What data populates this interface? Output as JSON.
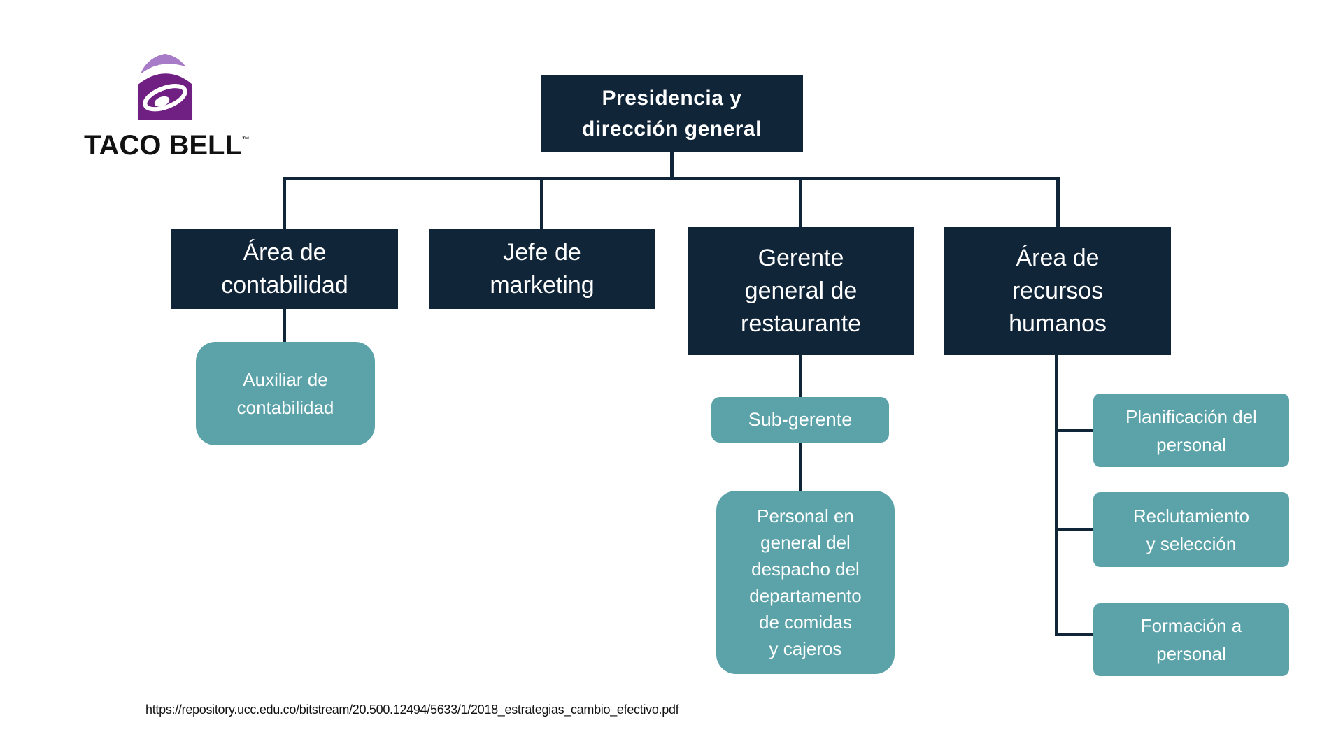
{
  "brand": {
    "name": "TACO BELL",
    "trademark": "™"
  },
  "colors": {
    "node_navy": "#112539",
    "node_teal": "#5BA3A9",
    "bell_dark_purple": "#702082",
    "bell_light_purple": "#A87BC8",
    "text_on_nodes": "#FFFFFF"
  },
  "org_chart": {
    "root": {
      "label": "Presidencia y\ndirección general"
    },
    "departments": [
      {
        "label": "Área de\ncontabilidad"
      },
      {
        "label": "Jefe de\nmarketing"
      },
      {
        "label": "Gerente\ngeneral de\nrestaurante"
      },
      {
        "label": "Área de\nrecursos\nhumanos"
      }
    ],
    "sub_nodes": {
      "auxiliar": {
        "label": "Auxiliar de\ncontabilidad"
      },
      "sub_gerente": {
        "label": "Sub-gerente"
      },
      "personal_general": {
        "label": "Personal en\ngeneral del\ndespacho del\ndepartamento\nde comidas\ny cajeros"
      },
      "planificacion": {
        "label": "Planificación del\npersonal"
      },
      "reclutamiento": {
        "label": "Reclutamiento\ny selección"
      },
      "formacion": {
        "label": "Formación a\npersonal"
      }
    }
  },
  "footer": {
    "source_url": "https://repository.ucc.edu.co/bitstream/20.500.12494/5633/1/2018_estrategias_cambio_efectivo.pdf"
  }
}
